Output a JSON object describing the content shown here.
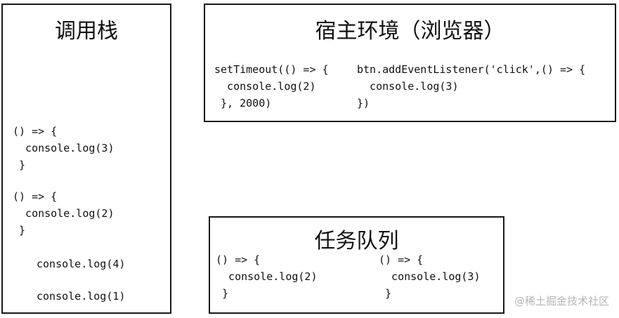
{
  "call_stack": {
    "title": "调用栈",
    "frames": [
      [
        "() => {",
        "  console.log(3)",
        " }"
      ],
      [
        "() => {",
        "  console.log(2)",
        " }"
      ],
      [
        "console.log(4)"
      ],
      [
        "console.log(1)"
      ]
    ]
  },
  "host_env": {
    "title": "宿主环境（浏览器）",
    "timer": [
      "setTimeout(() => {",
      "  console.log(2)",
      " }, 2000)"
    ],
    "listener": [
      "btn.addEventListener('click',() => {",
      "  console.log(3)",
      "})"
    ]
  },
  "task_queue": {
    "title": "任务队列",
    "tasks": [
      [
        "() => {",
        "  console.log(2)",
        " }"
      ],
      [
        "() => {",
        "  console.log(3)",
        " }"
      ]
    ]
  },
  "watermark": "@稀土掘金技术社区"
}
